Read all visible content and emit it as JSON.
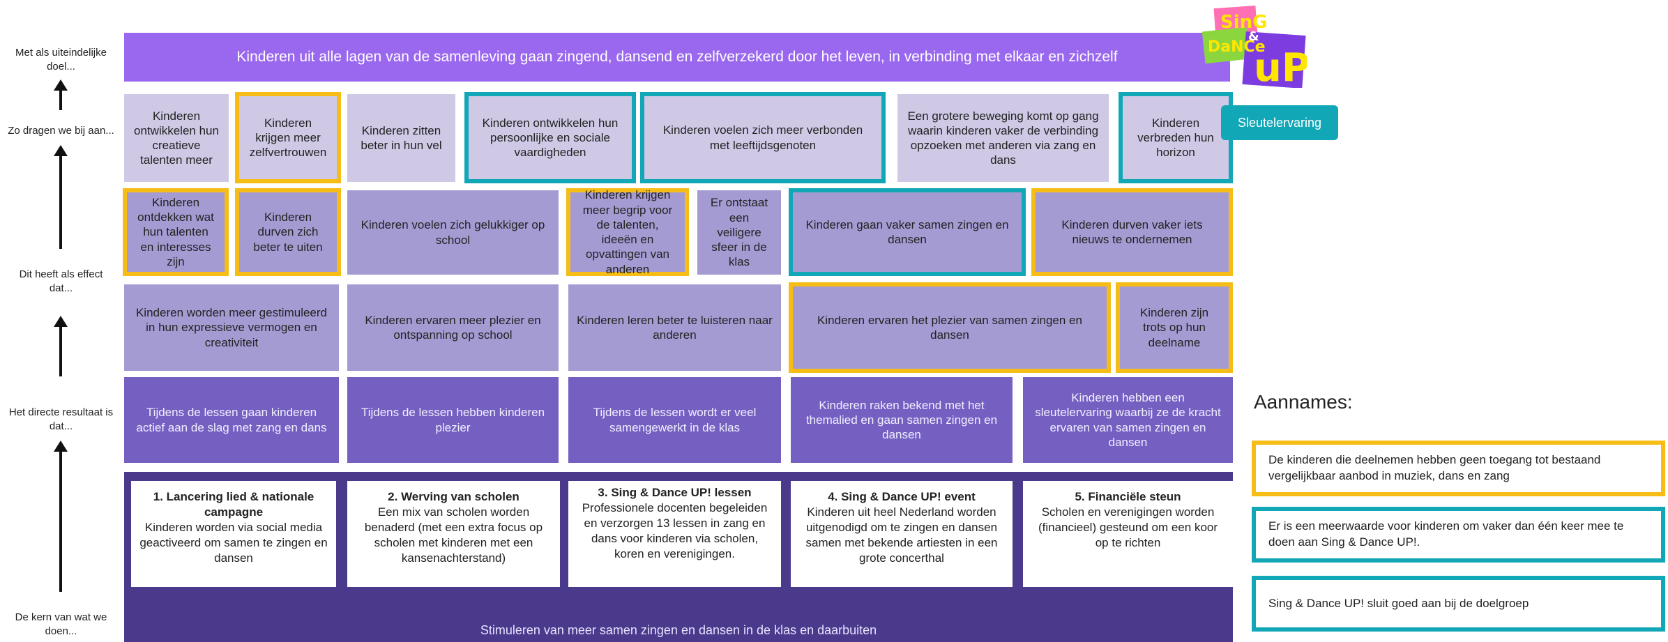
{
  "logo_text": "SING & DANCE uP!",
  "colors": {
    "goal_banner": "#9a68ee",
    "level_light": "#cfc9e6",
    "level_mid": "#a59bd3",
    "level_direct": "#7560c2",
    "activities_panel": "#4b3a8c",
    "highlight_yellow": "#f6bd16",
    "highlight_teal": "#12a7b6"
  },
  "left_labels": {
    "goal": "Met als uiteindelijke doel...",
    "contribute": "Zo dragen we bij aan...",
    "effect": "Dit heeft als effect dat...",
    "direct": "Het directe resultaat is dat...",
    "core": "De kern van wat we doen..."
  },
  "goal": "Kinderen uit alle lagen van de samenleving gaan zingend, dansend en zelfverzekerd door het leven, in verbinding met elkaar en zichzelf",
  "row_contribute": [
    "Kinderen ontwikkelen hun creatieve talenten meer",
    "Kinderen krijgen meer zelfvertrouwen",
    "Kinderen zitten beter in hun vel",
    "Kinderen ontwikkelen hun persoonlijke en sociale vaardigheden",
    "Kinderen voelen zich meer verbonden met leeftijdsgenoten",
    "Een grotere beweging komt op gang waarin kinderen vaker de verbinding opzoeken met anderen via zang en dans",
    "Kinderen verbreden hun horizon"
  ],
  "row_effect_top": [
    "Kinderen ontdekken wat hun talenten en interesses zijn",
    "Kinderen durven zich beter te uiten",
    "Kinderen voelen zich gelukkiger op school",
    "Kinderen krijgen meer begrip voor de talenten, ideeën en opvattingen van anderen",
    "Er ontstaat een veiligere sfeer in de klas",
    "Kinderen gaan vaker samen zingen en dansen",
    "Kinderen durven vaker iets nieuws te ondernemen"
  ],
  "row_effect_bottom": [
    "Kinderen worden meer gestimuleerd in hun expressieve vermogen en creativiteit",
    "Kinderen ervaren meer plezier en ontspanning op school",
    "Kinderen leren beter te luisteren naar anderen",
    "Kinderen ervaren het plezier van samen zingen en dansen",
    "Kinderen zijn trots op hun deelname"
  ],
  "row_direct": [
    "Tijdens de lessen gaan kinderen actief aan de slag met zang en dans",
    "Tijdens de lessen hebben kinderen plezier",
    "Tijdens de lessen wordt er veel samengewerkt in de klas",
    "Kinderen raken bekend met het themalied en gaan samen zingen en dansen",
    "Kinderen hebben een sleutelervaring waarbij ze de kracht ervaren van samen zingen en dansen"
  ],
  "activities": [
    {
      "title": "1. Lancering lied & nationale campagne",
      "desc": "Kinderen worden via social media geactiveerd om samen te zingen en dansen"
    },
    {
      "title": "2. Werving van scholen",
      "desc": "Een mix van scholen worden benaderd (met een extra focus op scholen met kinderen met een kansenachterstand)"
    },
    {
      "title": "3. Sing & Dance UP! lessen",
      "desc": "Professionele docenten begeleiden en verzorgen 13 lessen in zang en dans voor kinderen via scholen, koren en verenigingen."
    },
    {
      "title": "4. Sing & Dance UP! event",
      "desc": "Kinderen uit heel Nederland worden uitgenodigd om te zingen en dansen samen met bekende artiesten in een grote concerthal"
    },
    {
      "title": "5. Financiële steun",
      "desc": "Scholen en verenigingen worden (financieel) gesteund om een koor op te richten"
    }
  ],
  "core": "Stimuleren van meer samen zingen en dansen in de klas en daarbuiten",
  "key_experience": "Sleutelervaring",
  "assumptions_title": "Aannames:",
  "assumptions": [
    "De kinderen die deelnemen hebben geen toegang tot bestaand vergelijkbaar aanbod in muziek, dans en zang",
    "Er is een meerwaarde voor kinderen om vaker dan één keer mee te doen aan Sing & Dance UP!.",
    "Sing & Dance UP! sluit goed aan bij de doelgroep"
  ]
}
